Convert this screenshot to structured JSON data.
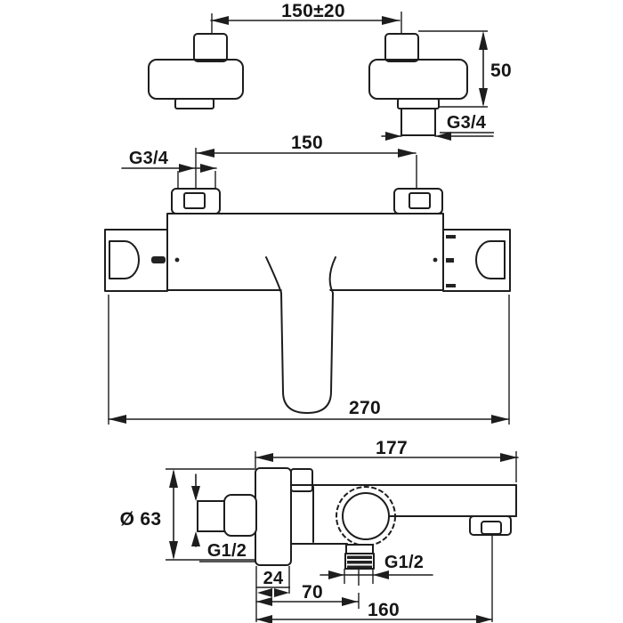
{
  "colors": {
    "background": "#ffffff",
    "line": "#1d1d1d",
    "text": "#161616"
  },
  "views": {
    "wall_unions": {
      "dim_span": "150±20",
      "dim_height": "50",
      "thread": "G3/4"
    },
    "front": {
      "thread": "G3/4",
      "dim_span": "150",
      "dim_width": "270"
    },
    "side": {
      "dim_depth": "177",
      "dim_flange_diameter": "Ø 63",
      "thread_inlet": "G1/2",
      "dim_flange_thickness": "24",
      "dim_shower_outlet_offset": "70",
      "thread_shower_outlet": "G1/2",
      "dim_spout_offset": "160"
    }
  }
}
